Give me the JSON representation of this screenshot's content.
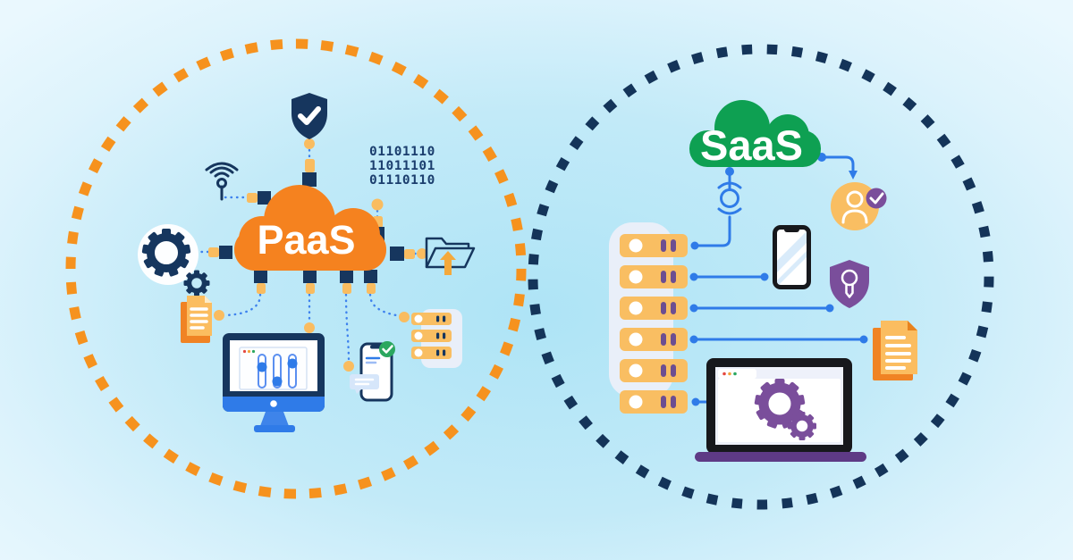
{
  "title": "PaaS vs SaaS cloud services illustration",
  "paas": {
    "label": "PaaS",
    "binary_lines": [
      "01101110",
      "11011101",
      "01110110"
    ],
    "icons": [
      "shield-check-icon",
      "wifi-antenna-icon",
      "gears-icon",
      "documents-icon",
      "folder-upload-icon",
      "monitor-sliders-icon",
      "smartphone-chat-icon",
      "server-stack-icon"
    ],
    "colors": {
      "cloud": "#f5821f",
      "ring": "#f6921e",
      "binary_text": "#1b3e6e"
    }
  },
  "saas": {
    "label": "SaaS",
    "icons": [
      "server-rack-icon",
      "connector-node-icon",
      "verified-user-icon",
      "smartphone-icon",
      "shield-key-icon",
      "documents-icon",
      "laptop-gears-icon"
    ],
    "colors": {
      "cloud": "#0ea052",
      "ring": "#143459"
    }
  },
  "shared_colors": {
    "navy": "#16365e",
    "connector_blue": "#3e82ee",
    "connector_yellow": "#f9bc60",
    "purple": "#7a4e9b",
    "green_badge": "#2ba75f"
  }
}
